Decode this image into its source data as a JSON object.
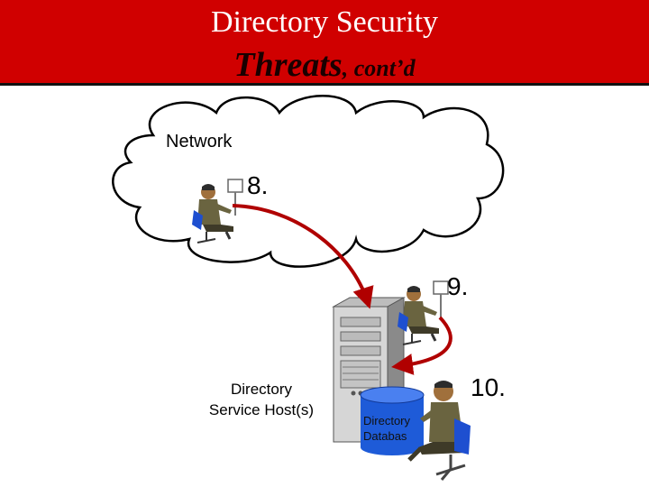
{
  "title": {
    "line1": "Directory Security",
    "line2_main": "Threats",
    "line2_suffix": ", cont’d"
  },
  "diagram": {
    "network_label": "Network",
    "step_labels": [
      "8.",
      "9.",
      "10."
    ],
    "host_label_line1": "Directory",
    "host_label_line2": "Service Host(s)",
    "database_label_line1": "Directory",
    "database_label_line2": "Databas"
  },
  "colors": {
    "title_background": "#d00000",
    "arrow": "#b00000",
    "database": "#1e5bd8",
    "chair": "#1e4fd0"
  },
  "icons": [
    "cloud-icon",
    "attacker-figure-icon",
    "server-icon",
    "database-icon",
    "user-figure-icon"
  ]
}
